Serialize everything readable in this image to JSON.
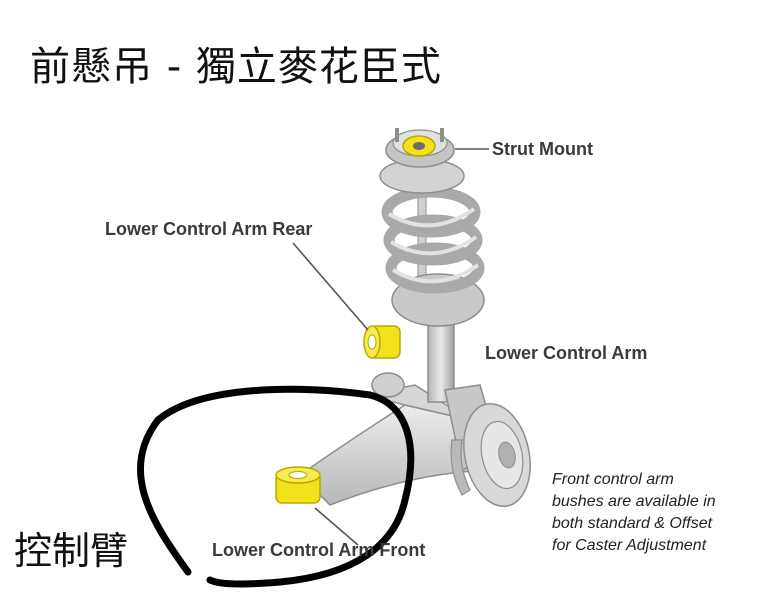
{
  "title": "前懸吊 - 獨立麥花臣式",
  "labels": {
    "strut_mount": "Strut Mount",
    "lower_control_arm_rear": "Lower Control Arm Rear",
    "lower_control_arm": "Lower Control Arm",
    "lower_control_arm_front": "Lower Control Arm Front"
  },
  "note": {
    "lines": [
      "Front control arm",
      "bushes are available in",
      "both standard & Offset",
      "for Caster Adjustment"
    ]
  },
  "handwritten_label": "控制臂",
  "colors": {
    "bushing": "#f2e21b",
    "metal": "#cfcfcf",
    "metal_dark": "#9a9a9a",
    "annotation_circle": "#000000",
    "leader_line": "#555555"
  }
}
